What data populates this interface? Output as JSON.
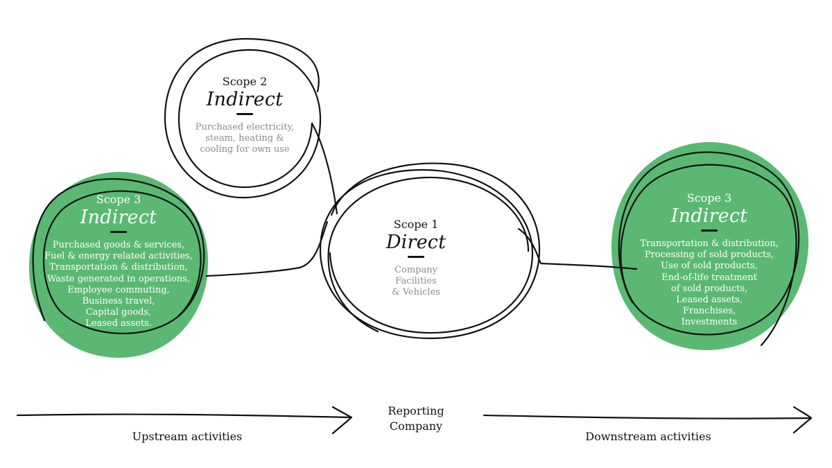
{
  "nodes": {
    "scope2": {
      "scope": "Scope 2",
      "kind": "Indirect",
      "items": [
        "Purchased electricity,",
        "steam, heating &",
        "cooling for own use"
      ]
    },
    "scope1": {
      "scope": "Scope 1",
      "kind": "Direct",
      "items": [
        "Company",
        "Facilities",
        "& Vehicles"
      ]
    },
    "scope3_upstream": {
      "scope": "Scope 3",
      "kind": "Indirect",
      "items": [
        "Purchased goods & services,",
        "Fuel & energy related activities,",
        "Transportation & distribution,",
        "Waste generated in operations,",
        "Employee commuting,",
        "Business travel,",
        "Capital goods,",
        "Leased assets."
      ]
    },
    "scope3_downstream": {
      "scope": "Scope 3",
      "kind": "Indirect",
      "items": [
        "Transportation & distribution,",
        "Processing of sold products,",
        "Use of sold products,",
        "End-of-life treatment",
        "of sold products,",
        "Leased assets,",
        "Franchises,",
        "Investments"
      ]
    }
  },
  "bottom": {
    "upstream": "Upstream activities",
    "company_line1": "Reporting",
    "company_line2": "Company",
    "downstream": "Downstream activities"
  },
  "colors": {
    "green": "#5ab872",
    "ink": "#111111",
    "muted": "#8a8a8a"
  }
}
